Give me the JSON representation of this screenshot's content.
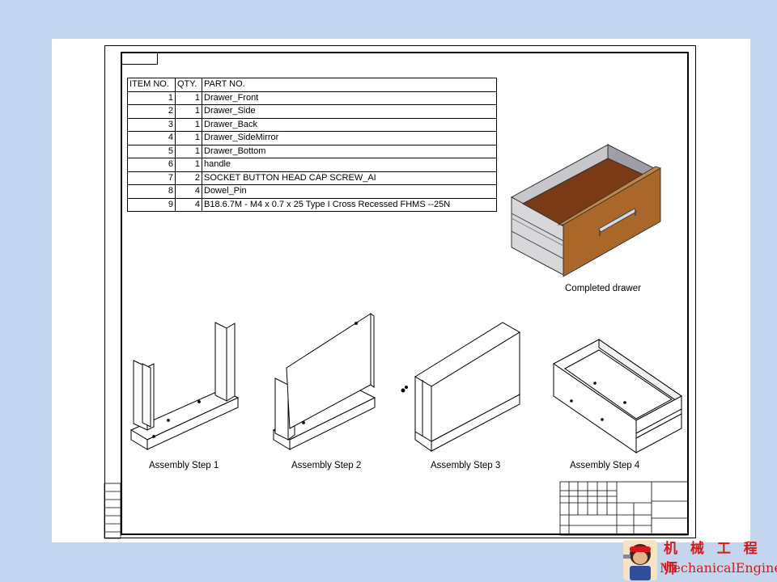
{
  "bom": {
    "headers": [
      "ITEM NO.",
      "QTY.",
      "PART NO."
    ],
    "rows": [
      {
        "item": "1",
        "qty": "1",
        "part": "Drawer_Front"
      },
      {
        "item": "2",
        "qty": "1",
        "part": "Drawer_Side"
      },
      {
        "item": "3",
        "qty": "1",
        "part": "Drawer_Back"
      },
      {
        "item": "4",
        "qty": "1",
        "part": "Drawer_SideMirror"
      },
      {
        "item": "5",
        "qty": "1",
        "part": "Drawer_Bottom"
      },
      {
        "item": "6",
        "qty": "1",
        "part": "handle"
      },
      {
        "item": "7",
        "qty": "2",
        "part": "SOCKET BUTTON HEAD CAP SCREW_AI"
      },
      {
        "item": "8",
        "qty": "4",
        "part": "Dowel_Pin"
      },
      {
        "item": "9",
        "qty": "4",
        "part": "B18.6.7M - M4 x 0.7 x 25 Type I Cross Recessed FHMS --25N"
      }
    ]
  },
  "captions": {
    "completed": "Completed drawer",
    "step1": "Assembly Step 1",
    "step2": "Assembly Step 2",
    "step3": "Assembly Step 3",
    "step4": "Assembly Step 4"
  },
  "logo": {
    "chinese": "机 械 工 程 师",
    "english": "MechanicalEngineers"
  },
  "colors": {
    "background": "#c4d6ee",
    "drawer_front": "#a9672a",
    "drawer_bottom": "#7a3a16",
    "drawer_side": "#c8c8cc",
    "logo_red": "#d21a1a"
  }
}
